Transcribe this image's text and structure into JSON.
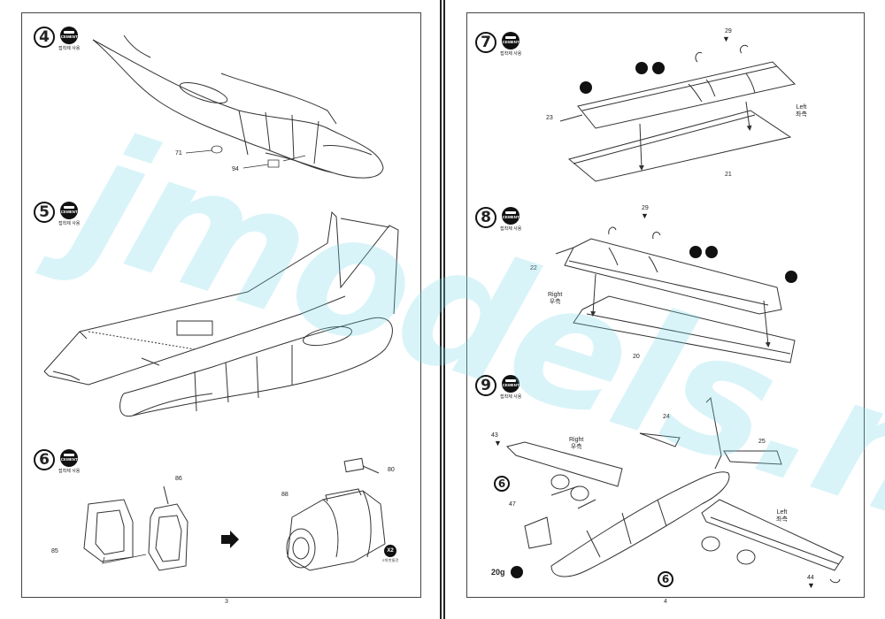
{
  "left_page": {
    "page_number": "3",
    "steps": [
      {
        "number": "4",
        "cement_label": "CEMENT",
        "cement_sub": "접착제 사용",
        "parts": [
          "71",
          "94"
        ]
      },
      {
        "number": "5",
        "cement_label": "CEMENT",
        "cement_sub": "접착제 사용"
      },
      {
        "number": "6",
        "cement_label": "CEMENT",
        "cement_sub": "접착제 사용",
        "parts": [
          "86",
          "85",
          "88",
          "80"
        ],
        "x2_label": "X2",
        "x2_sub": "2개 만들것"
      }
    ]
  },
  "right_page": {
    "page_number": "4",
    "steps": [
      {
        "number": "7",
        "cement_label": "CEMENT",
        "cement_sub": "접착제 사용",
        "parts": [
          "29",
          "23",
          "21"
        ],
        "side_label": "Left",
        "side_label_kr": "좌측"
      },
      {
        "number": "8",
        "cement_label": "CEMENT",
        "cement_sub": "접착제 사용",
        "parts": [
          "29",
          "22",
          "20"
        ],
        "side_label": "Right",
        "side_label_kr": "우측"
      },
      {
        "number": "9",
        "cement_label": "CEMENT",
        "cement_sub": "접착제 사용",
        "parts": [
          "43",
          "24",
          "25",
          "6",
          "47",
          "20g",
          "6",
          "44"
        ],
        "right_label": "Right",
        "right_label_kr": "우측",
        "left_label": "Left",
        "left_label_kr": "좌측"
      }
    ]
  },
  "watermark": "jmodels.net",
  "colors": {
    "watermark": "#78d7e6",
    "ink": "#222222"
  }
}
